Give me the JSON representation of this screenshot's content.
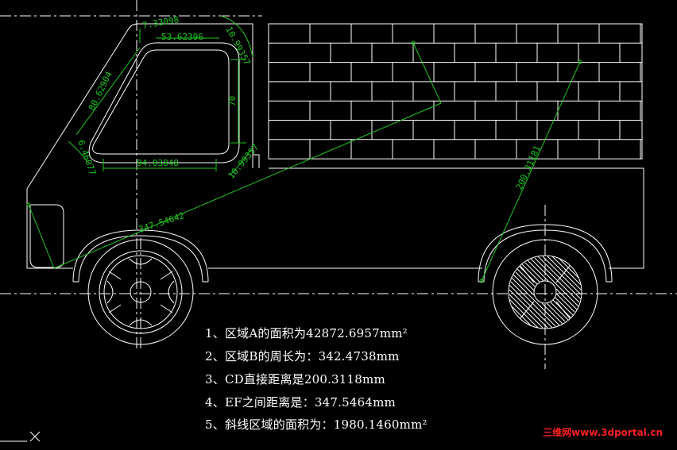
{
  "dimensions": {
    "cab_top_short": "7.33098",
    "window_top_width": "53.62396",
    "top_right_radius": "10.99357",
    "window_height": "70",
    "slanted_edge": "80.62904",
    "bottom_left_radius": "6.46077",
    "window_bottom_width": "94.03848",
    "bottom_right_radius": "10.99357",
    "distance_ef": "347.54642",
    "distance_cd": "200.31181"
  },
  "results": [
    "1、区域A的面积为42872.6957mm²",
    "2、区域B的周长为：342.4738mm",
    "3、CD直接距离是200.3118mm",
    "4、EF之间距离是：347.5464mm",
    "5、斜线区域的面积为：1980.1460mm²"
  ],
  "watermark": "三维网www.3dportal.cn",
  "colors": {
    "background": "#000000",
    "outline": "#ffffff",
    "dimension": "#1ec81e",
    "watermark": "#ff2020"
  }
}
